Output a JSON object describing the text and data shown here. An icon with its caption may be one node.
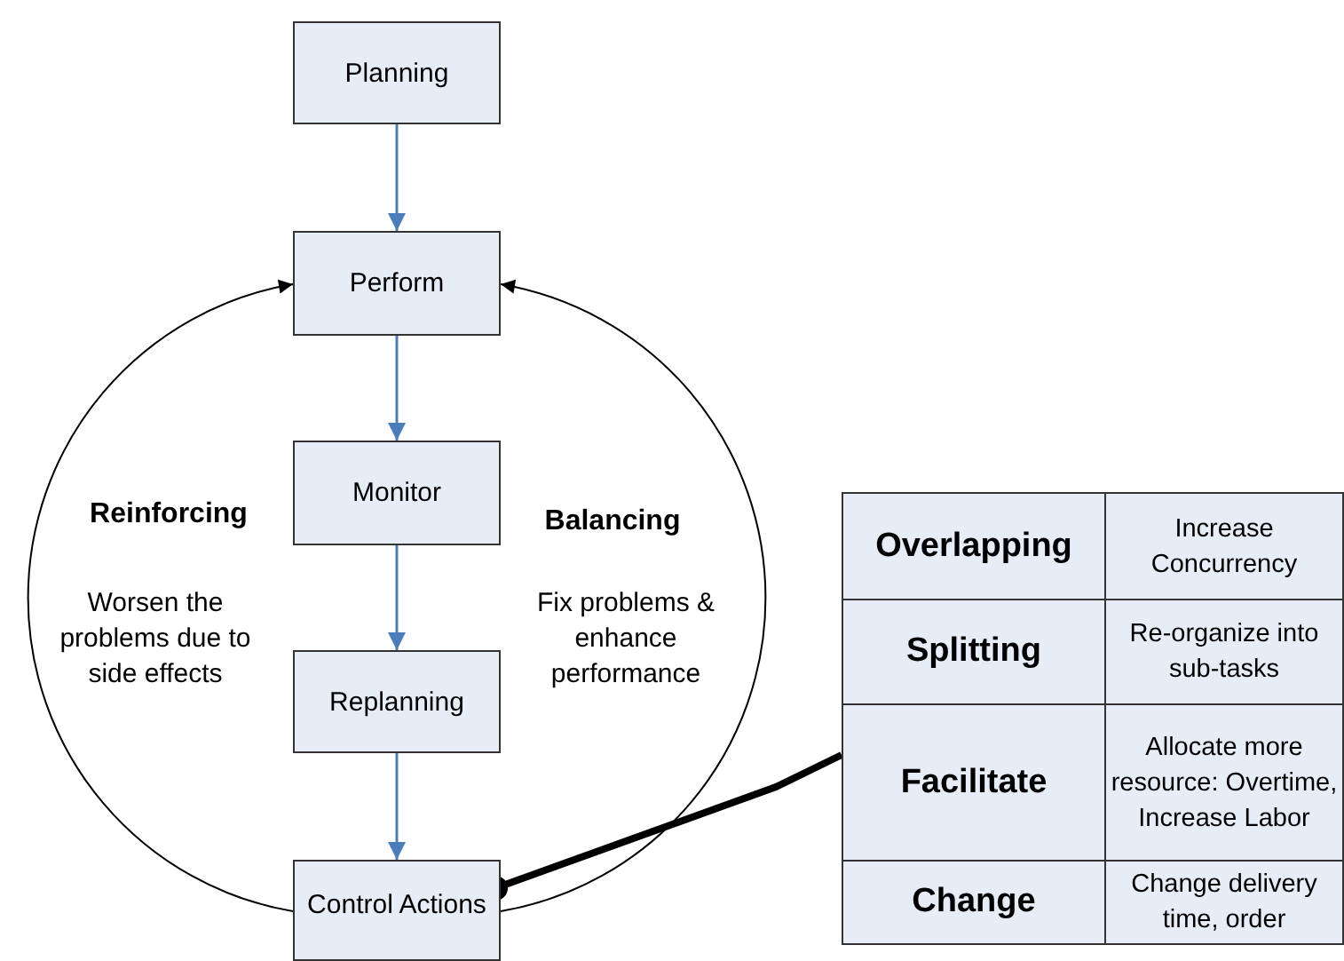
{
  "diagram": {
    "nodes": [
      {
        "text": [
          "Planning"
        ]
      },
      {
        "text": [
          "Perform"
        ]
      },
      {
        "text": [
          "Monitor"
        ]
      },
      {
        "text": [
          "Replanning"
        ]
      },
      {
        "text": [
          "Control Actions"
        ]
      },
      {
        "text": [],
        "shape": "box"
      }
    ],
    "edges": [
      {
        "from": 0,
        "to": 1,
        "arrow": "to"
      },
      {
        "from": 1,
        "to": 2,
        "arrow": "to"
      },
      {
        "from": 2,
        "to": 3,
        "arrow": "to"
      },
      {
        "from": 3,
        "to": 4,
        "arrow": "to"
      },
      {
        "from": 4,
        "to": 1,
        "arrow": "to",
        "color": "#000000"
      },
      {
        "from": 4,
        "to": 1,
        "arrow": "to",
        "color": "#000000"
      },
      {
        "from": 4,
        "to": 5,
        "arrow": "other",
        "style": "thick",
        "color": "#000000"
      }
    ],
    "labels": [
      "Reinforcing",
      "Worsen the problems due to side effects",
      "Balancing",
      "Fix problems & enhance performance",
      "Overlapping",
      "Increase Concurrency",
      "Splitting",
      "Re-organize into sub-tasks",
      "Facilitate",
      "Allocate more resource: Overtime, Increase Labor",
      "Change",
      "Change delivery time, order"
    ]
  }
}
